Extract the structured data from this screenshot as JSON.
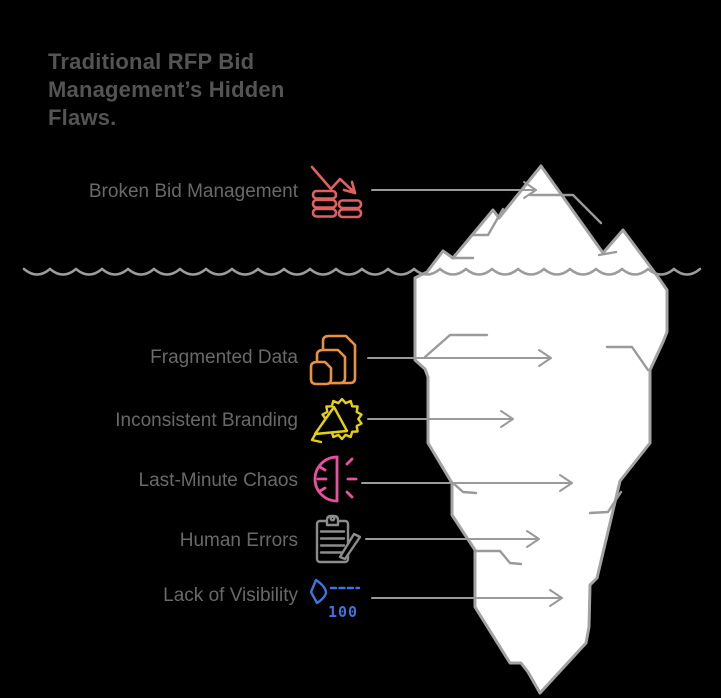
{
  "title": "Traditional RFP Bid Management’s Hidden Flaws.",
  "items": [
    {
      "label": "Broken Bid Management",
      "icon": "declining-chart-coins-icon",
      "color": "#e06060",
      "position": "above-water"
    },
    {
      "label": "Fragmented Data",
      "icon": "fragmented-files-icon",
      "color": "#e8923e",
      "position": "below-water"
    },
    {
      "label": "Inconsistent Branding",
      "icon": "brand-badge-megaphone-icon",
      "color": "#e5d00f",
      "position": "below-water"
    },
    {
      "label": "Last-Minute Chaos",
      "icon": "half-clock-rays-icon",
      "color": "#e7519f",
      "position": "below-water"
    },
    {
      "label": "Human Errors",
      "icon": "clipboard-pencil-icon",
      "color": "#8c8c8c",
      "position": "below-water"
    },
    {
      "label": "Lack of Visibility",
      "icon": "eye-gauge-icon",
      "color": "#3d74e0",
      "value": "100",
      "position": "below-water"
    }
  ],
  "scene": {
    "background": "#000000",
    "title_color": "#545454",
    "label_color": "#696969",
    "iceberg_fill": "#ffffff",
    "iceberg_stroke": "#a3a3a3",
    "line_color": "#999999"
  }
}
